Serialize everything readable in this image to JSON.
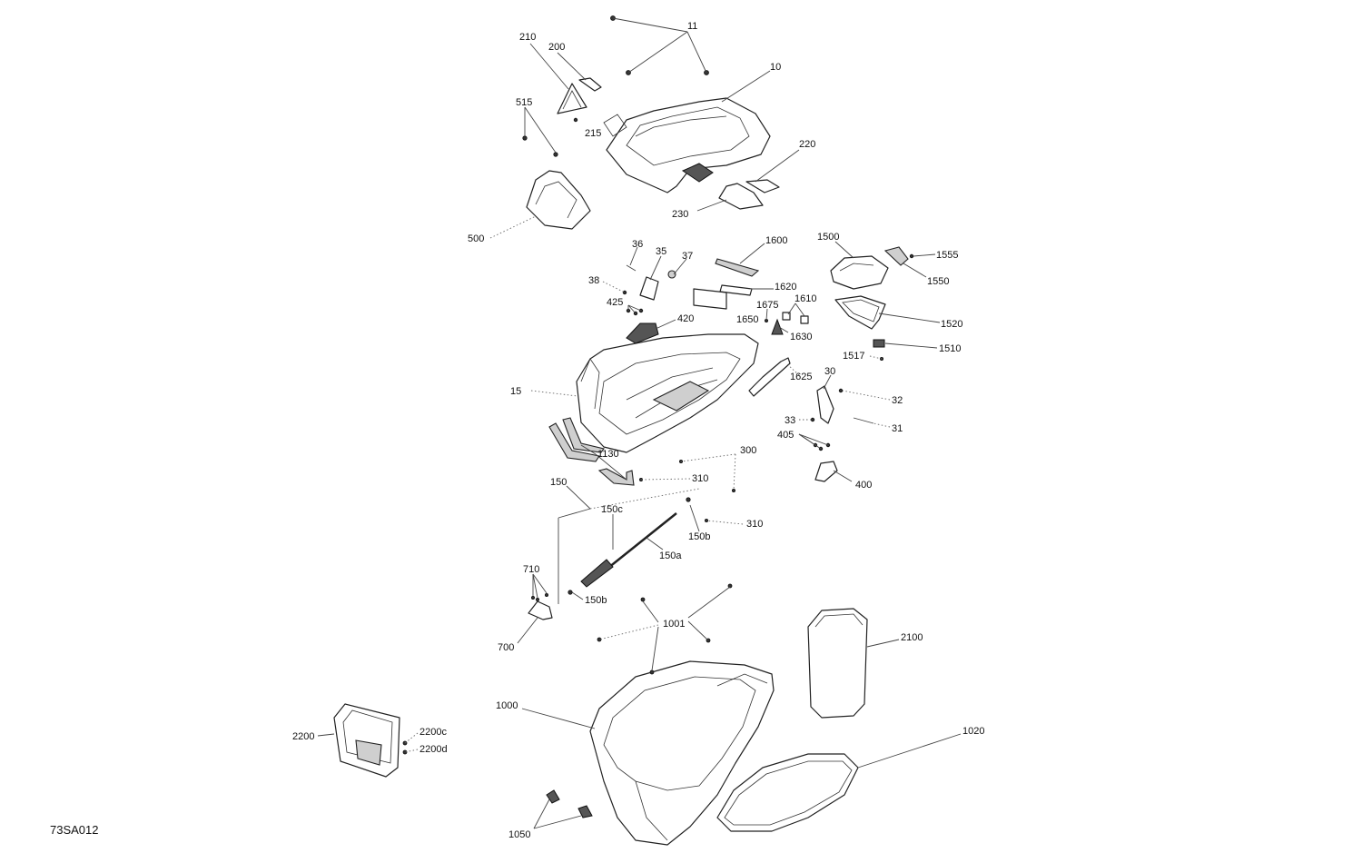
{
  "drawing": {
    "reference_code": "73SA012",
    "callouts": {
      "c11": "11",
      "c10": "10",
      "c210": "210",
      "c200": "200",
      "c515": "515",
      "c215": "215",
      "c220": "220",
      "c230": "230",
      "c500": "500",
      "c36": "36",
      "c35": "35",
      "c37": "37",
      "c38": "38",
      "c425": "425",
      "c420": "420",
      "c1600": "1600",
      "c1620": "1620",
      "c1650": "1650",
      "c1675": "1675",
      "c1610": "1610",
      "c1630": "1630",
      "c1500": "1500",
      "c1555": "1555",
      "c1550": "1550",
      "c1520": "1520",
      "c1510": "1510",
      "c1517": "1517",
      "c1625": "1625",
      "c15": "15",
      "c30": "30",
      "c32": "32",
      "c33": "33",
      "c31": "31",
      "c405": "405",
      "c1130": "1130",
      "c300": "300",
      "c310a": "310",
      "c150": "150",
      "c150c": "150c",
      "c150b_top": "150b",
      "c310b": "310",
      "c150a": "150a",
      "c400": "400",
      "c710": "710",
      "c150b_bot": "150b",
      "c700": "700",
      "c1001": "1001",
      "c2100": "2100",
      "c1000": "1000",
      "c1020": "1020",
      "c2200": "2200",
      "c2200c": "2200c",
      "c2200d": "2200d",
      "c1050": "1050"
    }
  }
}
